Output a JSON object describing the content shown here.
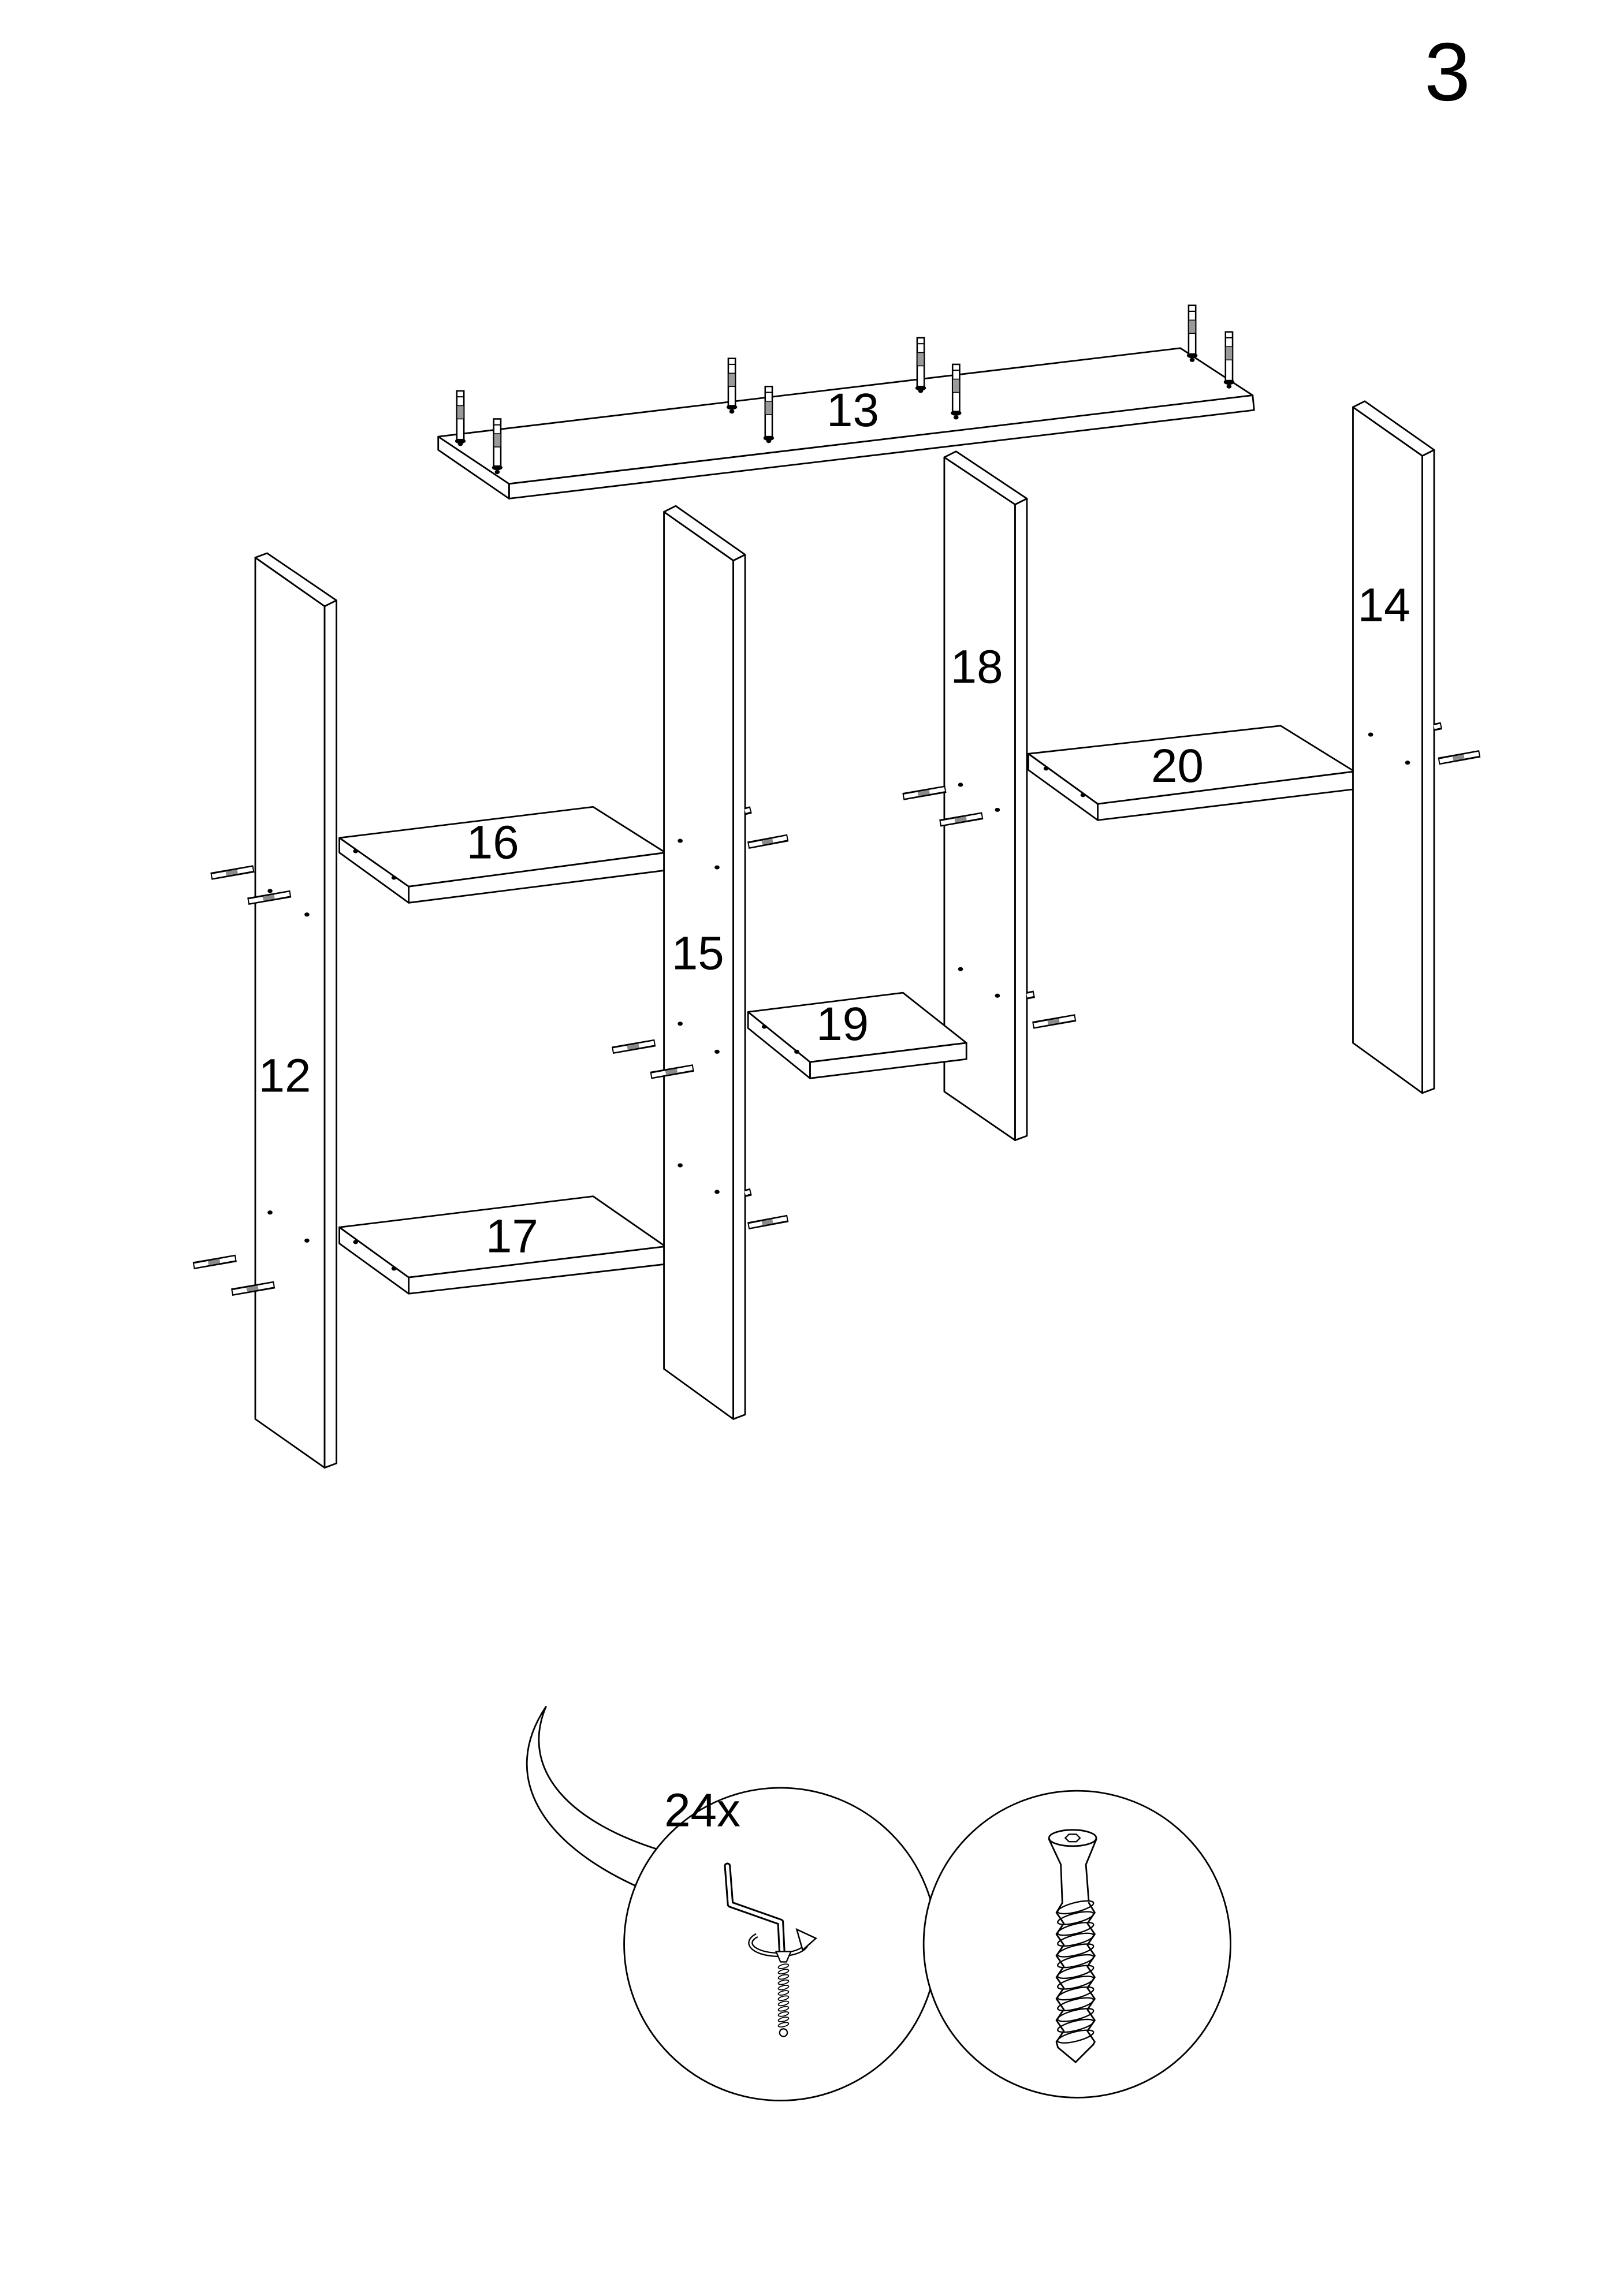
{
  "page": {
    "step_number": "3"
  },
  "parts": [
    {
      "label": "13"
    },
    {
      "label": "14"
    },
    {
      "label": "18"
    },
    {
      "label": "20"
    },
    {
      "label": "16"
    },
    {
      "label": "15"
    },
    {
      "label": "19"
    },
    {
      "label": "12"
    },
    {
      "label": "17"
    }
  ],
  "hardware": {
    "quantity": "24x",
    "icons": [
      "hex-key-icon",
      "rotate-arrow-icon",
      "screw-icon",
      "confirmat-screw-icon"
    ]
  },
  "colors": {
    "line": "#000000",
    "background": "#ffffff"
  }
}
